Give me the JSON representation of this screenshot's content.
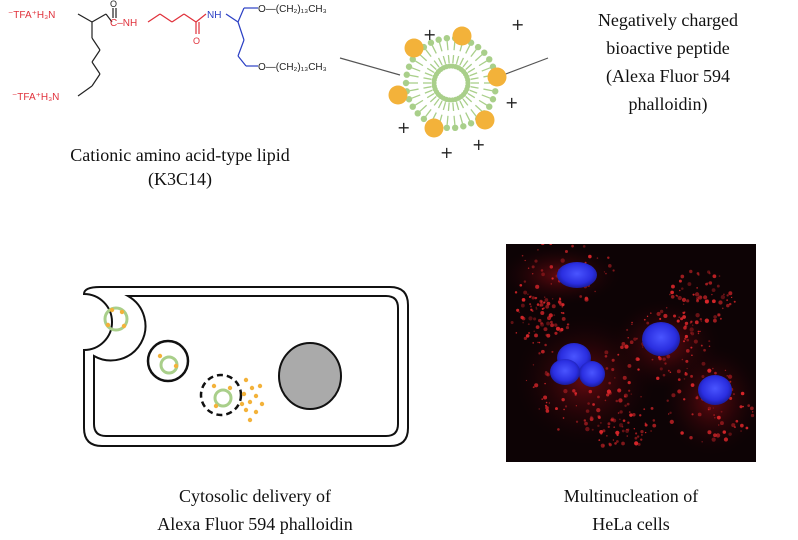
{
  "colors": {
    "amine": "#e0303a",
    "backbone": "#222222",
    "ether_chain": "#2a3fc4",
    "vesicle_lipid": "#a9cf8a",
    "peptide": "#f3b23a",
    "nucleus_fill": "#aaaaaa",
    "micro_bg": "#0d0305",
    "micro_red": "#d8262a",
    "micro_nucleus": "#2a2ee0"
  },
  "icons": [
    "lipid-structure-icon",
    "liposome-icon",
    "cell-diagram-icon",
    "hela-micrograph-icon"
  ],
  "lipid": {
    "amine_top": "⁻TFA⁺H₃N",
    "amine_bottom": "⁻TFA⁺H₃N",
    "carbonyl_o": "O",
    "amide_nh_1": "C–NH",
    "amide_nh_2": "NH",
    "carbonyl_o_2": "O",
    "chain_top": "O—(CH₂)₁₃CH₃",
    "chain_bottom": "O—(CH₂)₁₃CH₃"
  },
  "captions": {
    "lipid_line1": "Cationic amino acid-type lipid",
    "lipid_line2": "(K3C14)",
    "peptide_line1": "Negatively charged",
    "peptide_line2": "bioactive peptide",
    "peptide_line3": "(Alexa Fluor 594",
    "peptide_line4": "phalloidin)",
    "cytosolic_line1": "Cytosolic delivery of",
    "cytosolic_line2": "Alexa Fluor 594 phalloidin",
    "hela_line1": "Multinucleation of",
    "hela_line2": "HeLa cells"
  },
  "charge_symbol": "+"
}
